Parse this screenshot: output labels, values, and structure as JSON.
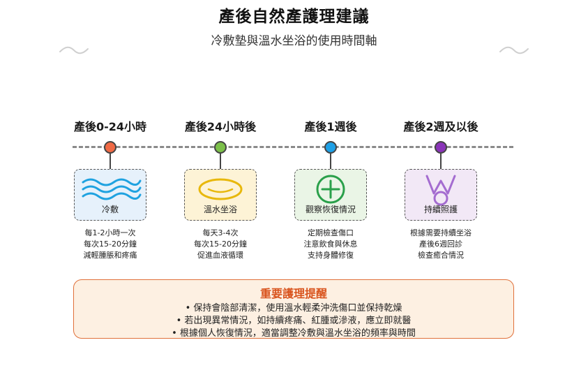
{
  "title": "產後自然產護理建議",
  "subtitle": "冷敷墊與溫水坐浴的使用時間軸",
  "phases": [
    {
      "label": "產後0-24小時",
      "color": "#f06a45",
      "card_bg": "#e6f1fb",
      "icon": "waves-icon",
      "icon_color": "#1fa2e0",
      "card_label": "冷敷",
      "details": [
        "每1-2小時一次",
        "每次15-20分鐘",
        "減輕腫脹和疼痛"
      ]
    },
    {
      "label": "產後24小時後",
      "color": "#7cc04a",
      "card_bg": "#fdf3d6",
      "icon": "basin-icon",
      "icon_color": "#e8b80c",
      "card_label": "溫水坐浴",
      "details": [
        "每天3-4次",
        "每次15-20分鐘",
        "促進血液循環"
      ]
    },
    {
      "label": "產後1週後",
      "color": "#1ea0e6",
      "card_bg": "#eaf5e6",
      "icon": "plus-circle-icon",
      "icon_color": "#2aa04a",
      "card_label": "觀察恢復情況",
      "details": [
        "定期檢查傷口",
        "注意飲食與休息",
        "支持身體修復"
      ]
    },
    {
      "label": "產後2週及以後",
      "color": "#8a34b8",
      "card_bg": "#f2e8f6",
      "icon": "care-symbol-icon",
      "icon_color": "#a46cd0",
      "card_label": "持續照護",
      "details": [
        "根據需要持續坐浴",
        "產後6週回診",
        "檢查癒合情況"
      ]
    }
  ],
  "reminder": {
    "title": "重要護理提醒",
    "items": [
      "• 保持會陰部清潔，使用溫水輕柔沖洗傷口並保持乾燥",
      "• 若出現異常情況，如持續疼痛、紅腫或滲液，應立即就醫",
      "• 根據個人恢復情況，適當調整冷敷與溫水坐浴的頻率與時間"
    ]
  }
}
